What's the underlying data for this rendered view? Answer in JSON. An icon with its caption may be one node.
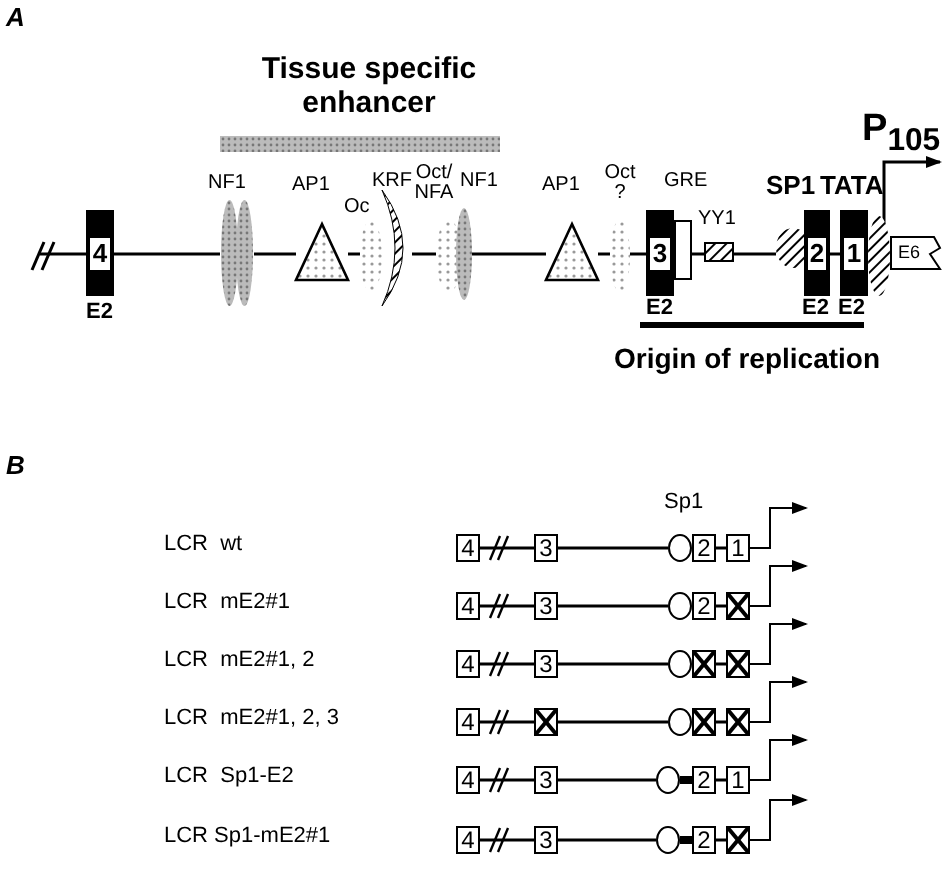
{
  "diagram": {
    "nodes": [
      {
        "text": [
          "4"
        ],
        "beside": [
          "E2"
        ]
      },
      {
        "text": [
          "NF1"
        ]
      },
      {
        "text": [
          "AP1"
        ]
      },
      {
        "text": [
          "Oc"
        ]
      },
      {
        "text": [
          "KRF"
        ]
      },
      {
        "text": [
          "Oct/ NFA"
        ]
      },
      {
        "text": [
          "NF1"
        ]
      },
      {
        "text": [
          "AP1"
        ]
      },
      {
        "text": [
          "Oct ?"
        ]
      },
      {
        "text": [
          "3"
        ],
        "beside": [
          "E2"
        ]
      },
      {
        "text": [
          "GRE"
        ]
      },
      {
        "text": [
          "YY1"
        ]
      },
      {
        "text": [
          "SP1"
        ]
      },
      {
        "text": [
          "2"
        ],
        "beside": [
          "E2"
        ]
      },
      {
        "text": [
          "1"
        ],
        "beside": [
          "E2"
        ]
      },
      {
        "text": [
          "TATA"
        ]
      },
      {
        "text": [
          "E6"
        ]
      },
      {
        "text": [
          "4"
        ]
      },
      {
        "text": [
          "3"
        ]
      },
      {
        "text": [],
        "shape": "circle"
      },
      {
        "text": [
          "2"
        ]
      },
      {
        "text": [
          "1"
        ]
      },
      {
        "text": [
          "4"
        ]
      },
      {
        "text": [
          "3"
        ]
      },
      {
        "text": [],
        "shape": "circle"
      },
      {
        "text": [
          "2"
        ]
      },
      {
        "text": [],
        "shape": "box"
      },
      {
        "text": [
          "4"
        ]
      },
      {
        "text": [
          "3"
        ]
      },
      {
        "text": [],
        "shape": "circle"
      },
      {
        "text": [],
        "shape": "box"
      },
      {
        "text": [],
        "shape": "box"
      },
      {
        "text": [
          "4"
        ]
      },
      {
        "text": [],
        "shape": "box"
      },
      {
        "text": [],
        "shape": "circle"
      },
      {
        "text": [],
        "shape": "box"
      },
      {
        "text": [],
        "shape": "box"
      },
      {
        "text": [
          "4"
        ]
      },
      {
        "text": [
          "3"
        ]
      },
      {
        "text": [],
        "shape": "circle"
      },
      {
        "text": [
          "2"
        ]
      },
      {
        "text": [
          "1"
        ]
      },
      {
        "text": [
          "4"
        ]
      },
      {
        "text": [
          "3"
        ]
      },
      {
        "text": [],
        "shape": "circle"
      },
      {
        "text": [
          "2"
        ]
      },
      {
        "text": [],
        "shape": "box"
      }
    ],
    "edges": [
      {
        "from": null,
        "to": 0,
        "arrow": "none"
      },
      {
        "from": 0,
        "to": 1,
        "arrow": "none"
      },
      {
        "from": 1,
        "to": 2,
        "arrow": "none"
      },
      {
        "from": 2,
        "to": 3,
        "arrow": "none"
      },
      {
        "from": 4,
        "to": 5,
        "arrow": "none"
      },
      {
        "from": 6,
        "to": 7,
        "arrow": "none"
      },
      {
        "from": 7,
        "to": 8,
        "arrow": "none"
      },
      {
        "from": 8,
        "to": 9,
        "arrow": "none"
      },
      {
        "from": 10,
        "to": 11,
        "arrow": "none"
      },
      {
        "from": 11,
        "to": 12,
        "arrow": "none"
      },
      {
        "from": 13,
        "to": 14,
        "arrow": "none"
      },
      {
        "from": 17,
        "to": 18,
        "arrow": "none"
      },
      {
        "from": 18,
        "to": 19,
        "arrow": "none"
      },
      {
        "from": 20,
        "to": 21,
        "arrow": "none"
      },
      {
        "from": 22,
        "to": 23,
        "arrow": "none"
      },
      {
        "from": 23,
        "to": 24,
        "arrow": "none"
      },
      {
        "from": 25,
        "to": 26,
        "arrow": "none"
      },
      {
        "from": 27,
        "to": 28,
        "arrow": "none"
      },
      {
        "from": 28,
        "to": 29,
        "arrow": "none"
      },
      {
        "from": 30,
        "to": 31,
        "arrow": "none"
      },
      {
        "from": 32,
        "to": 33,
        "arrow": "none"
      },
      {
        "from": 33,
        "to": 34,
        "arrow": "none"
      },
      {
        "from": 35,
        "to": 36,
        "arrow": "none"
      },
      {
        "from": 37,
        "to": 38,
        "arrow": "none"
      },
      {
        "from": 38,
        "to": 39,
        "arrow": "none"
      },
      {
        "from": 39,
        "to": 40,
        "arrow": "none",
        "style": "thick"
      },
      {
        "from": 40,
        "to": 41,
        "arrow": "none"
      },
      {
        "from": 42,
        "to": 43,
        "arrow": "none"
      },
      {
        "from": 43,
        "to": 44,
        "arrow": "none"
      },
      {
        "from": 44,
        "to": 45,
        "arrow": "none",
        "style": "thick"
      },
      {
        "from": 45,
        "to": 46,
        "arrow": "none"
      }
    ],
    "labels": [
      "A",
      "Tissue specific enhancer",
      "P$_{105}$",
      "Origin of replication",
      "B",
      "Sp1",
      "LCR  wt",
      "LCR  mE2#1",
      "LCR  mE2#1, 2",
      "LCR  mE2#1, 2, 3",
      "LCR  Sp1-E2",
      "LCR Sp1-mE2#1"
    ]
  }
}
